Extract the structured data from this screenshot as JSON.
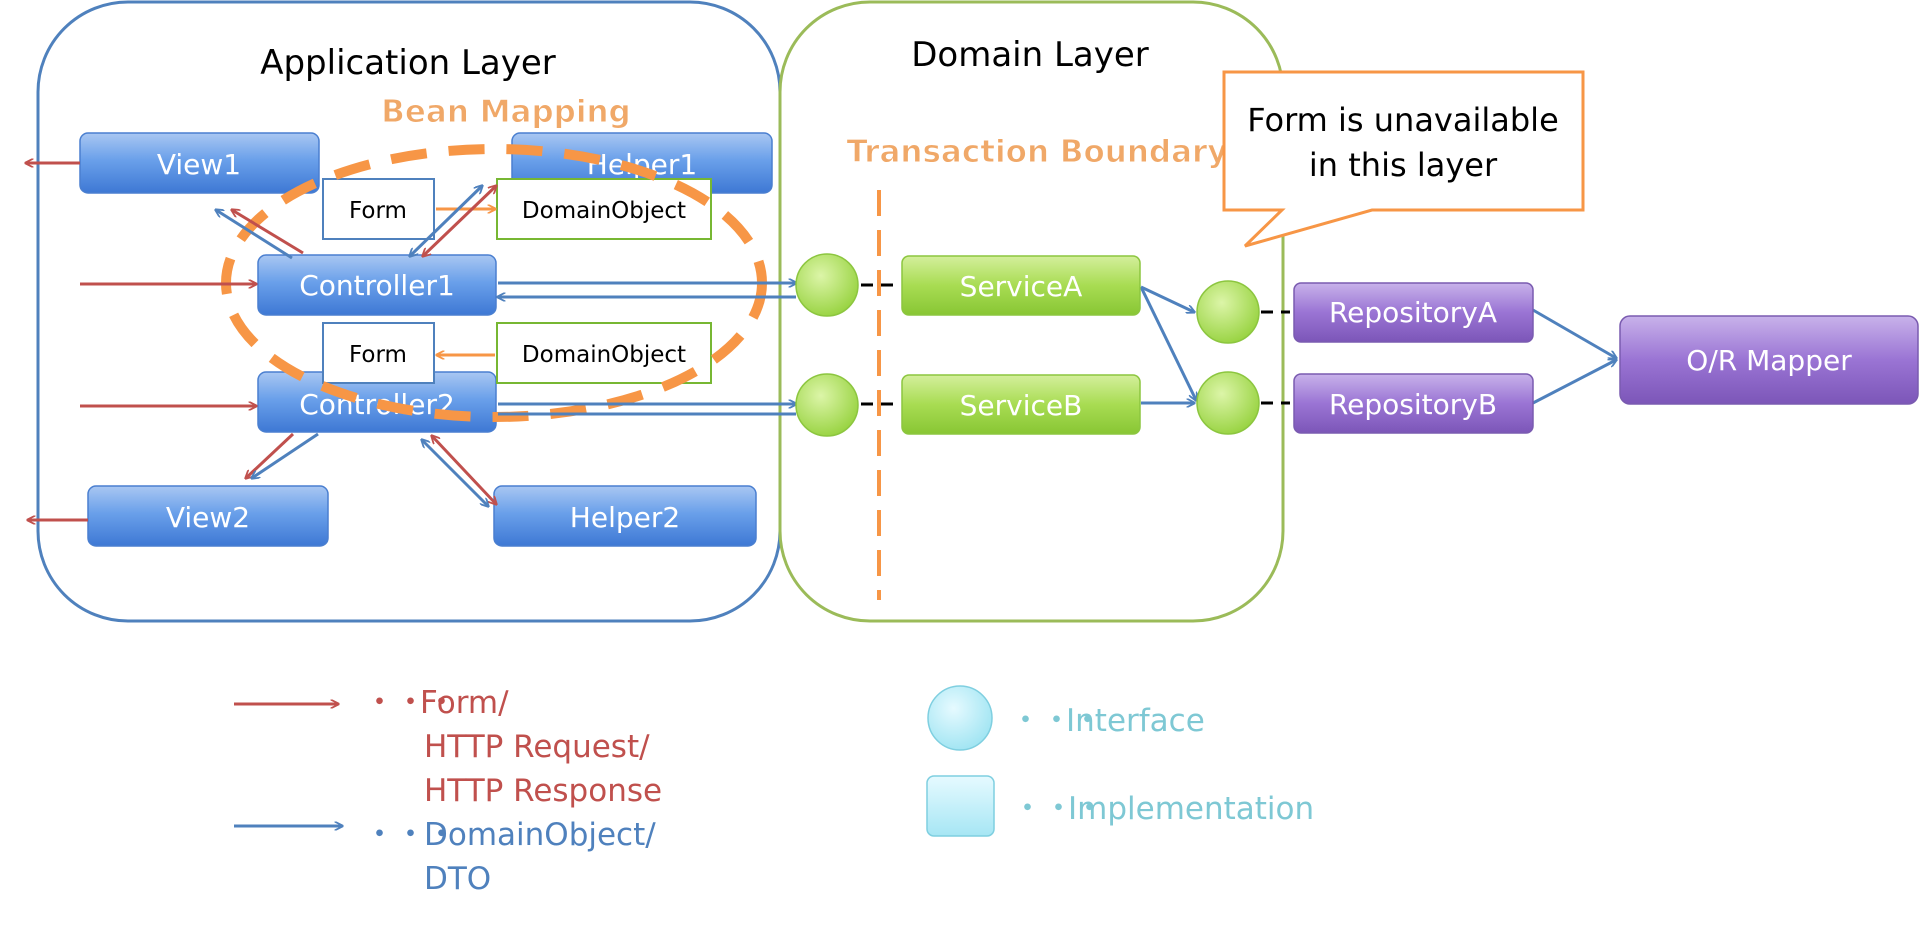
{
  "layers": {
    "application": "Application Layer",
    "domain": "Domain Layer"
  },
  "labels": {
    "bean_mapping": "Bean Mapping",
    "transaction_boundary": "Transaction Boundary"
  },
  "callout": {
    "line1": "Form is unavailable",
    "line2": "in this layer"
  },
  "nodes": {
    "view1": "View1",
    "helper1": "Helper1",
    "controller1": "Controller1",
    "controller2": "Controller2",
    "view2": "View2",
    "helper2": "Helper2",
    "service_a": "ServiceA",
    "service_b": "ServiceB",
    "repository_a": "RepositoryA",
    "repository_b": "RepositoryB",
    "or_mapper": "O/R Mapper"
  },
  "boxes": {
    "form1": "Form",
    "domain_object1": "DomainObject",
    "form2": "Form",
    "domain_object2": "DomainObject"
  },
  "legend": {
    "red_dots": "・・・",
    "red_line1": "Form/",
    "red_line2": "HTTP Request/",
    "red_line3": "HTTP Response",
    "blue_dots": "・・・",
    "blue_line1": "DomainObject/",
    "blue_line2": "DTO",
    "interface_dots": "・・・",
    "interface": "Interface",
    "impl_dots": "・・・",
    "implementation": "Implementation"
  },
  "colors": {
    "red_arrow": "#c0504d",
    "blue_arrow": "#4f81bd",
    "orange": "#f79646",
    "blue_node": "#4f81bd",
    "green_node": "#9bbb59",
    "purple_node": "#8064a2",
    "green_box": "#77b733"
  }
}
